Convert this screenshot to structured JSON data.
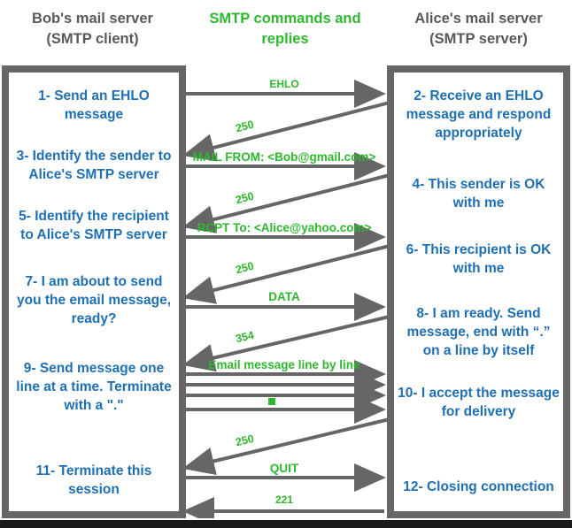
{
  "headers": {
    "left": "Bob's mail server\n(SMTP client)",
    "left_line1": "Bob's mail server",
    "left_line2": "(SMTP client)",
    "middle_line1": "SMTP commands and",
    "middle_line2": "replies",
    "right_line1": "Alice's mail server",
    "right_line2": "(SMTP server)"
  },
  "colors": {
    "heading_gray": "#595959",
    "heading_green": "#2eb82e",
    "step_blue": "#1f6fb5",
    "arrow_gray": "#666666",
    "panel_frame": "#666666",
    "label_green": "#2eb82e"
  },
  "client_steps": [
    {
      "id": "step-1",
      "text": "1- Send an EHLO message"
    },
    {
      "id": "step-3",
      "text": "3- Identify the sender to Alice's SMTP server"
    },
    {
      "id": "step-5",
      "text": "5- Identify\nthe recipient to Alice's SMTP server"
    },
    {
      "id": "step-7",
      "text": "7- I am about to send you the email message, ready?"
    },
    {
      "id": "step-9",
      "text": "9- Send message one line at a time. Terminate with a \".\""
    },
    {
      "id": "step-11",
      "text": "11- Terminate this session"
    }
  ],
  "server_steps": [
    {
      "id": "step-2",
      "text": "2- Receive an EHLO message and respond appropriately"
    },
    {
      "id": "step-4",
      "text": "4- This sender is OK with me"
    },
    {
      "id": "step-6",
      "text": "6- This recipient is OK with me"
    },
    {
      "id": "step-8",
      "text": "8-  I am ready. Send message, end with “.” on a line by itself"
    },
    {
      "id": "step-10",
      "text": "10-  I accept the message for delivery"
    },
    {
      "id": "step-12",
      "text": "12-  Closing connection"
    }
  ],
  "messages": [
    {
      "id": "msg-ehlo",
      "label": "EHLO",
      "direction": "client-to-server",
      "style": "horizontal"
    },
    {
      "id": "msg-250-a",
      "label": "250",
      "direction": "server-to-client",
      "style": "diagonal"
    },
    {
      "id": "msg-mail-from",
      "label": "MAIL FROM: <Bob@gmail.com>",
      "direction": "client-to-server",
      "style": "horizontal"
    },
    {
      "id": "msg-250-b",
      "label": "250",
      "direction": "server-to-client",
      "style": "diagonal"
    },
    {
      "id": "msg-rcpt-to",
      "label": "RCPT To: <Alice@yahoo.com>",
      "direction": "client-to-server",
      "style": "horizontal"
    },
    {
      "id": "msg-250-c",
      "label": "250",
      "direction": "server-to-client",
      "style": "diagonal"
    },
    {
      "id": "msg-data",
      "label": "DATA",
      "direction": "client-to-server",
      "style": "horizontal"
    },
    {
      "id": "msg-354",
      "label": "354",
      "direction": "server-to-client",
      "style": "diagonal"
    },
    {
      "id": "msg-email-body",
      "label": "Email message line by line",
      "direction": "client-to-server",
      "style": "horizontal-multi"
    },
    {
      "id": "msg-250-d",
      "label": "250",
      "direction": "server-to-client",
      "style": "diagonal"
    },
    {
      "id": "msg-quit",
      "label": "QUIT",
      "direction": "client-to-server",
      "style": "horizontal"
    },
    {
      "id": "msg-221",
      "label": "221",
      "direction": "server-to-client",
      "style": "horizontal"
    }
  ]
}
